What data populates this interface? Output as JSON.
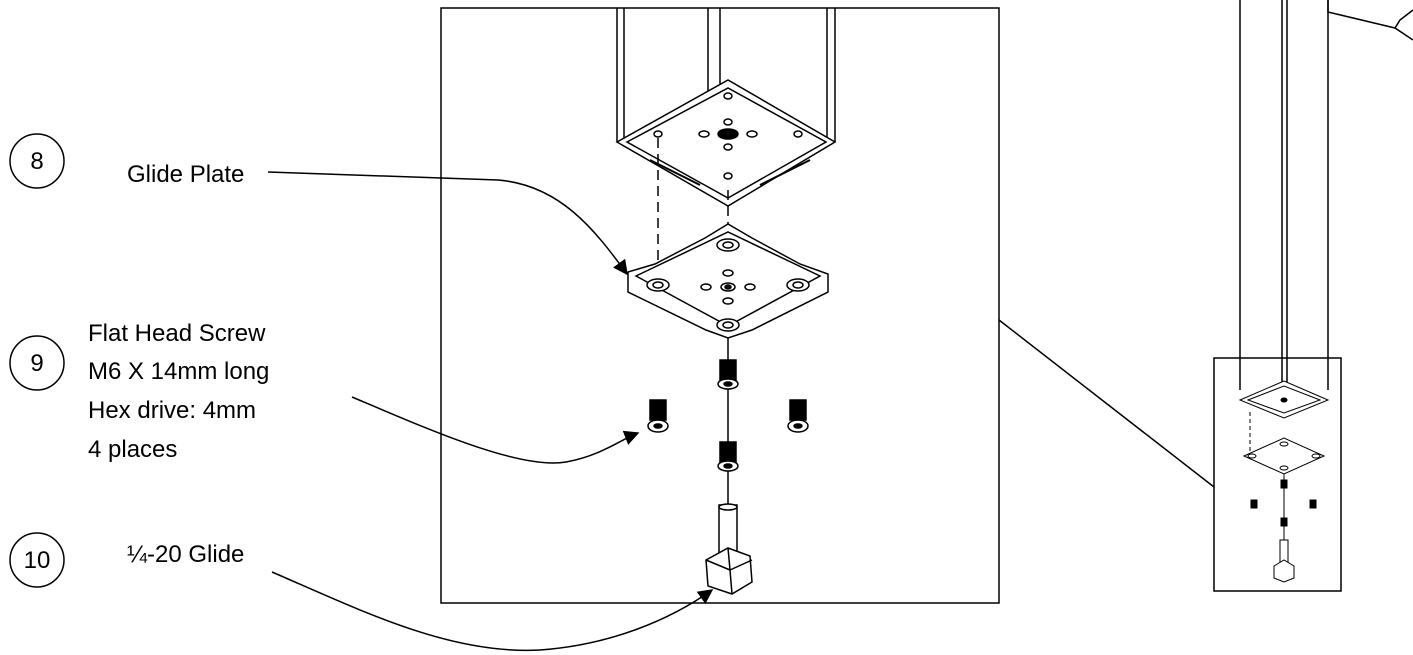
{
  "callouts": [
    {
      "number": "8",
      "lines": [
        "Glide Plate"
      ]
    },
    {
      "number": "9",
      "lines": [
        "Flat Head Screw",
        "M6 X 14mm long",
        "Hex drive: 4mm",
        "4 places"
      ]
    },
    {
      "number": "10",
      "lines": [
        "¼-20 Glide"
      ]
    }
  ]
}
